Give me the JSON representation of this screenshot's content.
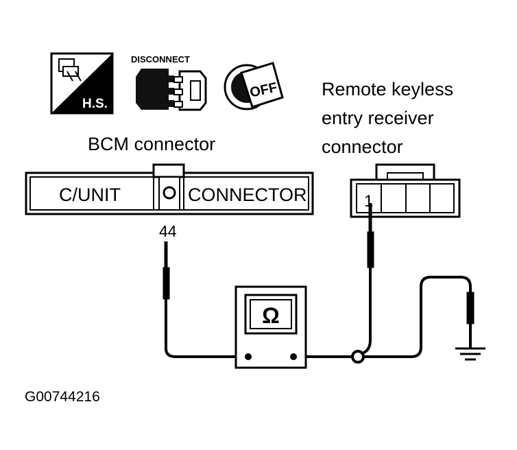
{
  "icons": {
    "hs": {
      "name": "hot-soak-icon",
      "label": "H.S."
    },
    "disconnect": {
      "name": "disconnect-connector-icon",
      "label": "DISCONNECT"
    },
    "ignition": {
      "name": "ignition-key-off-icon",
      "label": "OFF"
    }
  },
  "bcm": {
    "title": "BCM connector",
    "left_text": "C/UNIT",
    "right_text": "CONNECTOR",
    "terminal": "44"
  },
  "receiver": {
    "title_lines": [
      "Remote keyless",
      "entry receiver",
      "connector"
    ],
    "terminal": "1"
  },
  "meter": {
    "symbol": "Ω",
    "name": "ohmmeter"
  },
  "figure_id": "G00744216"
}
